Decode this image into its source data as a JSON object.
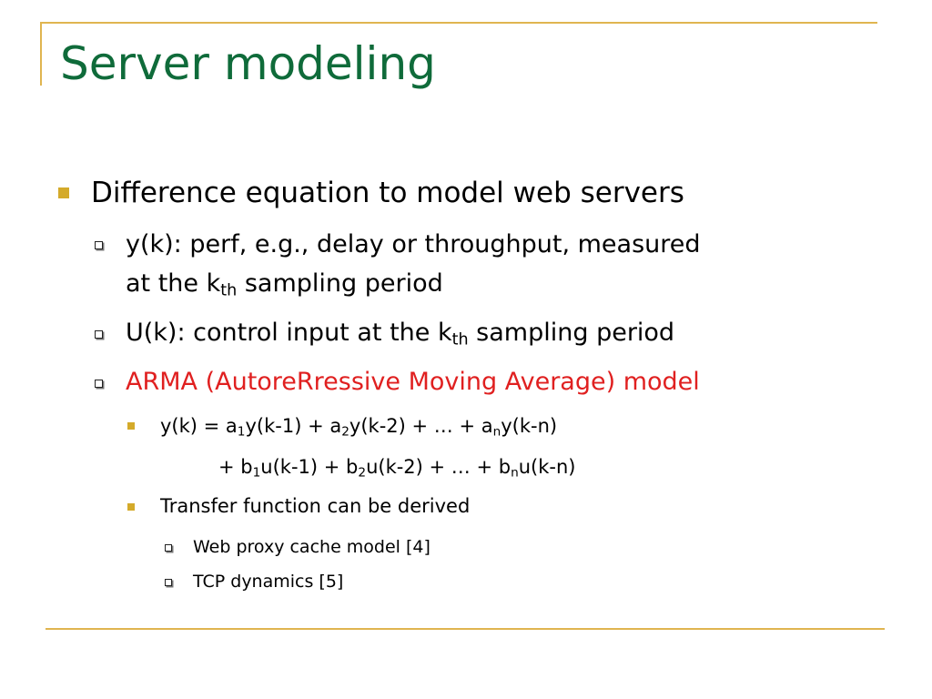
{
  "slide": {
    "title": "Server modeling",
    "bullet1": {
      "text": "Difference equation to model web servers"
    },
    "sub1": {
      "line1": "y(k): perf, e.g., delay or throughput, measured",
      "line2_pre": "at the k",
      "line2_sub": "th",
      "line2_post": " sampling period"
    },
    "sub2": {
      "pre": "U(k): control input at the k",
      "sub": "th",
      "post": " sampling period"
    },
    "sub3": {
      "text": "ARMA (AutoreRressive Moving Average) model"
    },
    "eq1": {
      "p1": "y(k) = a",
      "s1": "1",
      "p2": "y(k-1) + a",
      "s2": "2",
      "p3": "y(k-2) + … + a",
      "s3": "n",
      "p4": "y(k-n)"
    },
    "eq2": {
      "p1": "+ b",
      "s1": "1",
      "p2": "u(k-1) + b",
      "s2": "2",
      "p3": "u(k-2) + … + b",
      "s3": "n",
      "p4": "u(k-n)"
    },
    "transfer": {
      "text": "Transfer function can be derived"
    },
    "items": [
      {
        "text": "Web proxy cache model [4]"
      },
      {
        "text": "TCP dynamics [5]"
      }
    ]
  },
  "colors": {
    "title": "#0f6b3a",
    "accent_line": "#e0b550",
    "bullet": "#d4aa2a",
    "highlight": "#e02020"
  }
}
